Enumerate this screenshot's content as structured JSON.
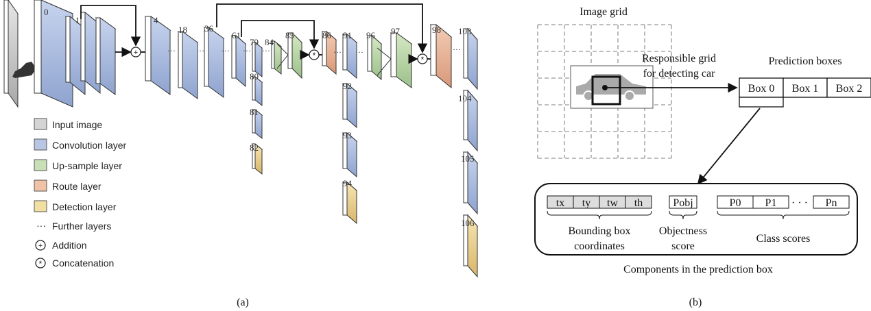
{
  "layer_numbers": {
    "n0": "0",
    "n1": "1",
    "n4": "4",
    "n18": "18",
    "n36": "36",
    "n61": "61",
    "n79": "79",
    "n80": "80",
    "n81": "81",
    "n82": "82",
    "n84": "84",
    "n85": "85",
    "n86": "86",
    "n91": "91",
    "n92": "92",
    "n93": "93",
    "n94": "94",
    "n96": "96",
    "n97": "97",
    "n98": "98",
    "n103": "103",
    "n104": "104",
    "n105": "105",
    "n106": "106"
  },
  "legend": [
    {
      "label": "Input image",
      "color": "#d4d4d4"
    },
    {
      "label": "Convolution layer",
      "color": "#b8c6e4"
    },
    {
      "label": "Up-sample layer",
      "color": "#c9dfb6"
    },
    {
      "label": "Route layer",
      "color": "#f0c2a6"
    },
    {
      "label": "Detection layer",
      "color": "#f2dfa2"
    },
    {
      "label": "Further layers",
      "color": ""
    },
    {
      "label": "Addition",
      "color": ""
    },
    {
      "label": "Concatenation",
      "color": ""
    }
  ],
  "caption_a": "(a)",
  "caption_b": "(b)",
  "panel_b": {
    "image_grid": "Image grid",
    "responsible_line1": "Responsible grid",
    "responsible_line2": "for detecting car",
    "prediction_boxes": "Prediction boxes",
    "boxes": [
      "Box 0",
      "Box 1",
      "Box 2"
    ],
    "coords": [
      "tx",
      "ty",
      "tw",
      "th"
    ],
    "objectness_cell": "Pobj",
    "class_cells": [
      "P0",
      "P1",
      "Pn"
    ],
    "class_dots": "· · ·",
    "bbox_label_1": "Bounding box",
    "bbox_label_2": "coordinates",
    "obj_label_1": "Objectness",
    "obj_label_2": "score",
    "class_label": "Class scores",
    "components_caption": "Components in the prediction box"
  },
  "colors": {
    "input": "#d4d4d4",
    "conv": "#b8c6e4",
    "upsample": "#c9dfb6",
    "route": "#f0c2a6",
    "detect": "#f2dfa2"
  }
}
